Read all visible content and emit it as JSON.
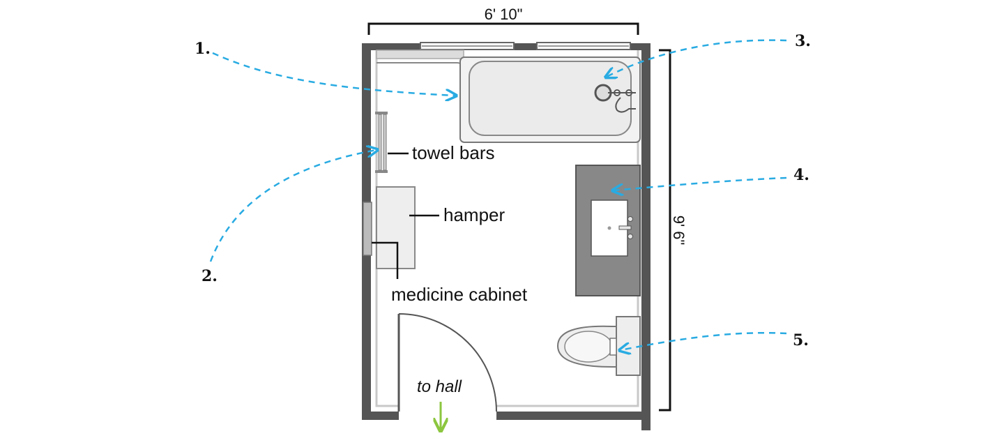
{
  "dimensions": {
    "width": "6' 10\"",
    "length": "9' 6\""
  },
  "callouts": [
    {
      "number": "1."
    },
    {
      "number": "2."
    },
    {
      "number": "3."
    },
    {
      "number": "4."
    },
    {
      "number": "5."
    }
  ],
  "labels": {
    "towel_bars": "towel bars",
    "hamper": "hamper",
    "medicine_cabinet": "medicine cabinet",
    "to_hall": "to hall"
  },
  "colors": {
    "wall": "#555555",
    "arrow": "#29abe2",
    "hall_arrow": "#8cc63f",
    "vanity": "#888888",
    "fixture": "#eeeeee"
  }
}
